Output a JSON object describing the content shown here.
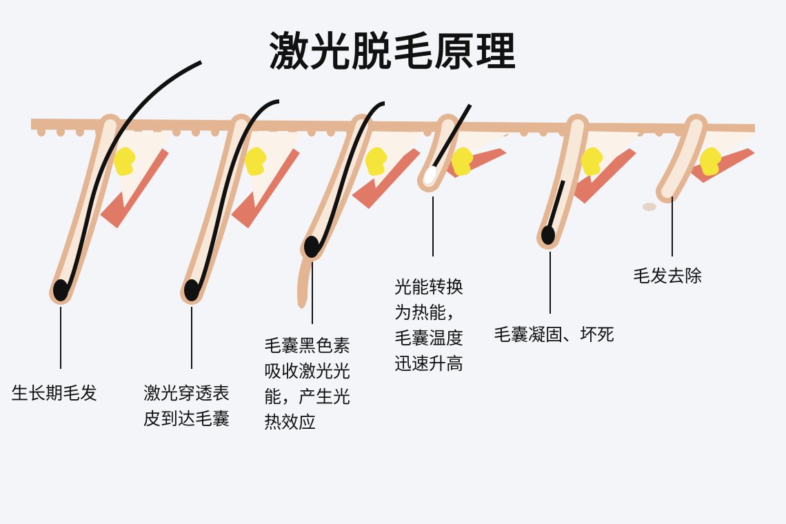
{
  "title": "激光脱毛原理",
  "stages": [
    {
      "label": "生长期毛发"
    },
    {
      "label": "激光穿透表\n皮到达毛囊"
    },
    {
      "label": "毛囊黑色素\n吸收激光光\n能，产生光\n热效应"
    },
    {
      "label": "光能转换\n为热能，\n毛囊温度\n迅速升高"
    },
    {
      "label": "毛囊凝固、坏死"
    },
    {
      "label": "毛发去除"
    }
  ],
  "colors": {
    "skin": "#e3b592",
    "inner": "#f7e8da",
    "hair": "#111111",
    "gland": "#f5e43a",
    "muscle": "#e07a66",
    "background": "#f3f5f9"
  }
}
